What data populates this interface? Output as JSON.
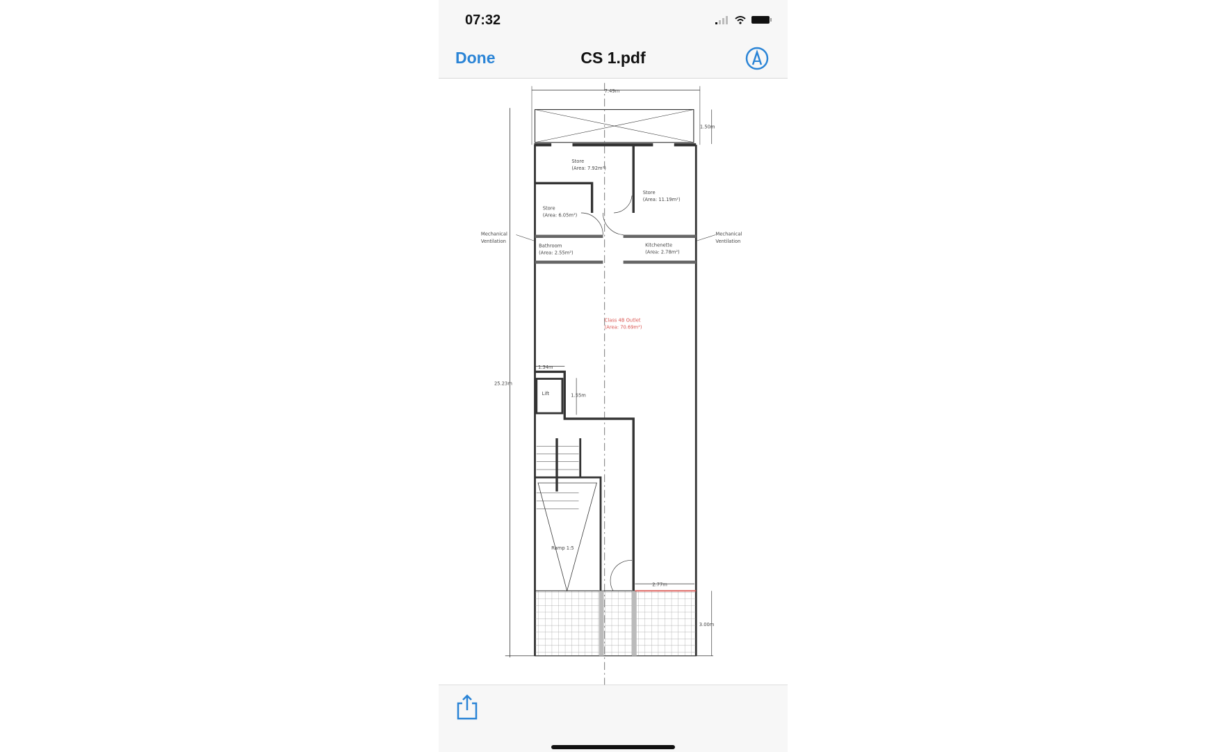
{
  "status_bar": {
    "time": "07:32"
  },
  "nav": {
    "done_label": "Done",
    "title": "CS 1.pdf"
  },
  "icons": {
    "markup": "markup-pen-icon",
    "share": "share-icon",
    "signal": "signal-icon",
    "wifi": "wifi-icon",
    "battery": "battery-icon"
  },
  "colors": {
    "accent": "#2a84d6",
    "bar_bg": "#f7f7f7",
    "plan_red": "#d9534f"
  },
  "plan": {
    "dims": {
      "width": "7.49m",
      "balcony": "1.50m",
      "length": "25.23m",
      "lift_w": "1.34m",
      "lift_h": "1.55m",
      "front": "2.77m",
      "front_depth": "3.00m"
    },
    "rooms": {
      "store1": {
        "name": "Store",
        "area": "(Area: 7.92m²)"
      },
      "store2": {
        "name": "Store",
        "area": "(Area: 11.19m²)"
      },
      "store3": {
        "name": "Store",
        "area": "(Area: 6.05m²)"
      },
      "bathroom": {
        "name": "Bathroom",
        "area": "(Area: 2.55m²)"
      },
      "kitchenette": {
        "name": "Kitchenette",
        "area": "(Area: 2.78m²)"
      },
      "outlet": {
        "name": "Class 4B Outlet",
        "area": "(Area: 70.69m²)"
      },
      "lift": {
        "name": "Lift"
      },
      "ramp": {
        "name": "Ramp 1:5"
      }
    },
    "vent_left": [
      "Mechanical",
      "Ventilation"
    ],
    "vent_right": [
      "Mechanical",
      "Ventilation"
    ]
  }
}
